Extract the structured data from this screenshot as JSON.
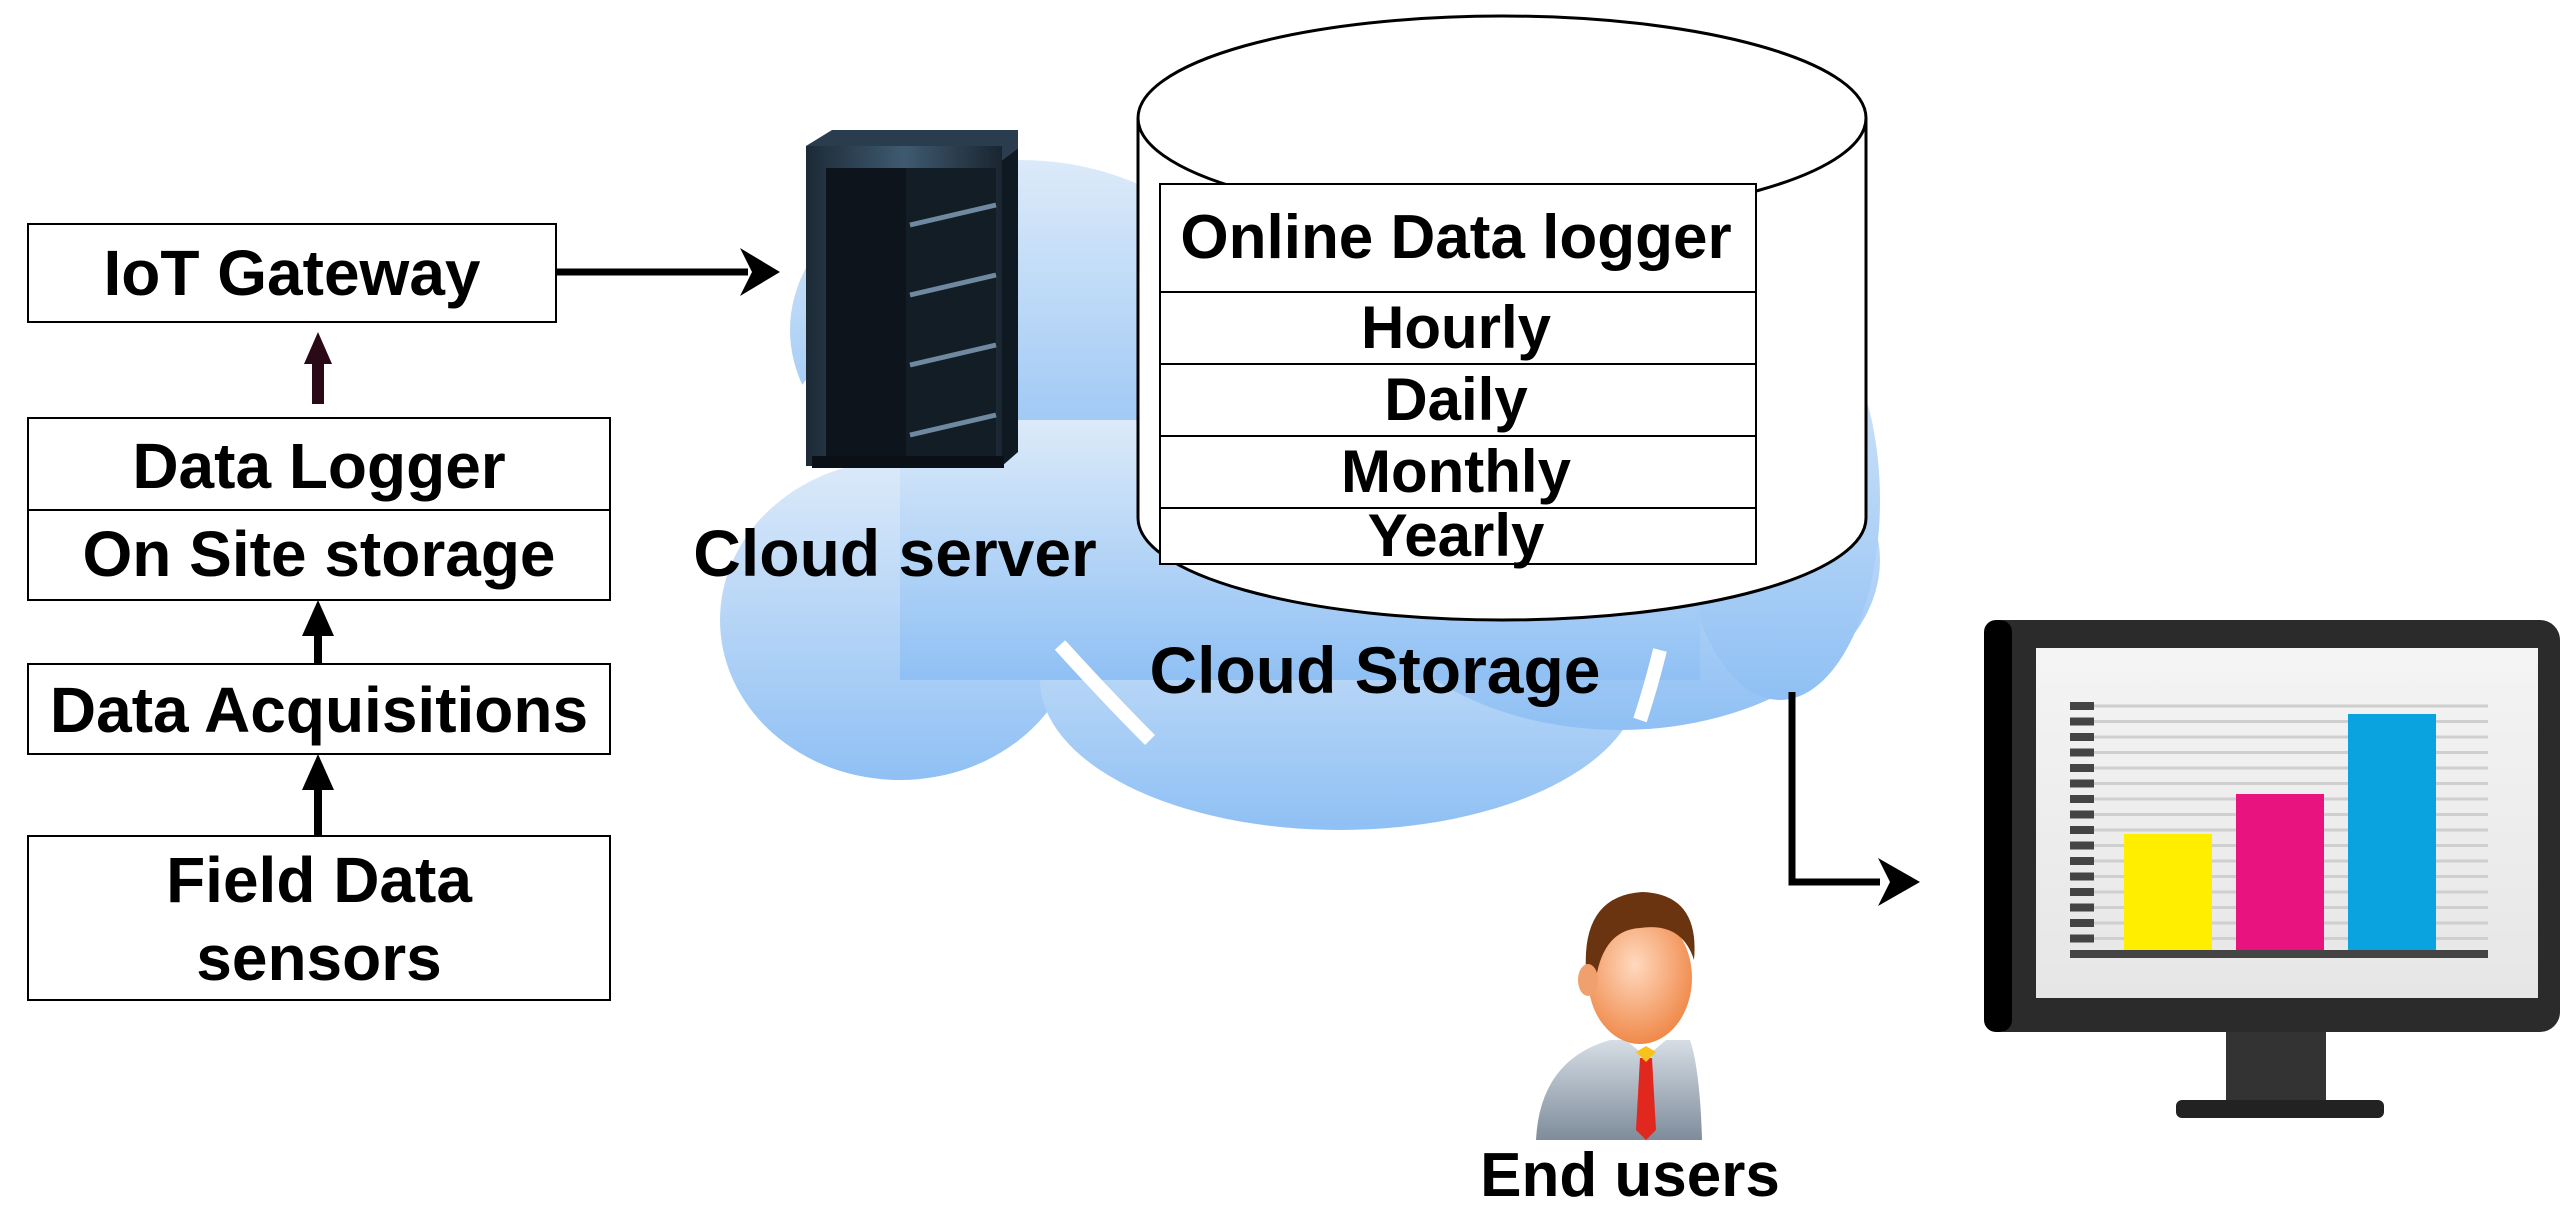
{
  "pipeline": {
    "gateway": "IoT Gateway",
    "logger": "Data Logger",
    "onsite_storage": "On Site storage",
    "acquisitions": "Data Acquisitions",
    "sensors_line1": "Field Data",
    "sensors_line2": "sensors"
  },
  "cloud": {
    "server_label": "Cloud server",
    "storage_label": "Cloud Storage",
    "logger_table": {
      "header": "Online Data logger",
      "rows": [
        "Hourly",
        "Daily",
        "Monthly",
        "Yearly"
      ]
    }
  },
  "end_users": {
    "label": "End users"
  },
  "colors": {
    "cloud_top": "#dceaf9",
    "cloud_bottom": "#8fc0f4",
    "arrow": "#000000",
    "gateway_arrow": "#2b0a17",
    "bar_yellow": "#ffee00",
    "bar_magenta": "#e8137f",
    "bar_cyan": "#0aa3e0"
  },
  "dashboard_chart": {
    "type": "bar",
    "values": [
      3,
      4,
      6
    ]
  }
}
